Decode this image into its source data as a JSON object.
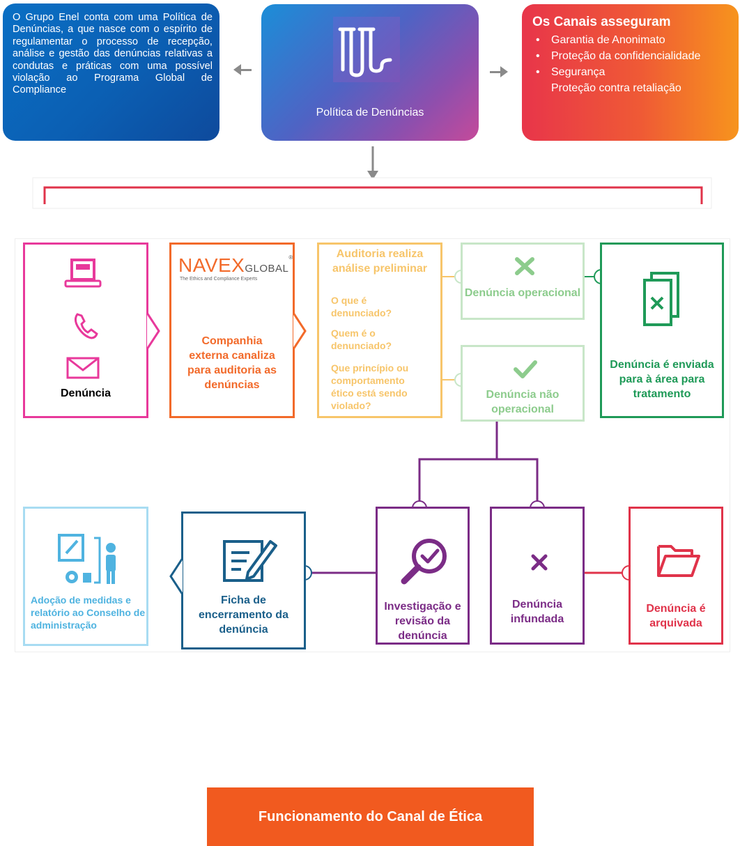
{
  "top": {
    "left_text": "O Grupo Enel conta com uma Política de Denúncias, a que nasce com o espírito de regulamentar o processo de recepção, análise e gestão das denúncias relativas a condutas e práticas com uma possível violação ao Programa Global de Compliance",
    "center_caption": "Política de Denúncias",
    "right_heading": "Os Canais asseguram",
    "right_items": [
      "Garantia de Anonimato",
      "Proteção da confidencialidade",
      "Segurança",
      "Proteção contra retaliação"
    ],
    "right_bullet": "•"
  },
  "flow": {
    "denuncia": {
      "label": "Denúncia",
      "color": "#e8399b"
    },
    "navex": {
      "logo_main": "NAVEX",
      "logo_global": "GLOBAL",
      "logo_mark": "®",
      "tagline": "The Ethics and Compliance Experts",
      "label": "Companhia externa canaliza para auditoria as denúncias",
      "color": "#f26a2a"
    },
    "auditoria": {
      "title": "Auditoria realiza análise preliminar",
      "q1": "O que é denunciado?",
      "q2": "Quem é o denunciado?",
      "q3": "Que princípio ou comportamento ético está sendo violado?",
      "color": "#f7c56a"
    },
    "operacional": {
      "label": "Denúncia operacional",
      "color": "#8dcc8d"
    },
    "nao_operacional": {
      "label": "Denúncia não operacional",
      "color": "#8dcc8d"
    },
    "enviada": {
      "label": "Denúncia é enviada para à área para tratamento",
      "color": "#1f9a58"
    },
    "investigacao": {
      "label": "Investigação e revisão da denúncia",
      "color": "#7b2c86"
    },
    "infundada": {
      "label": "Denúncia infundada",
      "color": "#7b2c86"
    },
    "arquivada": {
      "label": "Denúncia é arquivada",
      "color": "#e0334a"
    },
    "ficha": {
      "label": "Ficha de encerramento da denúncia",
      "color": "#1a5f8a"
    },
    "medidas": {
      "label": "Adoção de medidas e relatório ao Conselho de administração",
      "color": "#4fb3e0"
    }
  },
  "footer": {
    "label": "Funcionamento do Canal de Ética",
    "color": "#f15a1f"
  }
}
